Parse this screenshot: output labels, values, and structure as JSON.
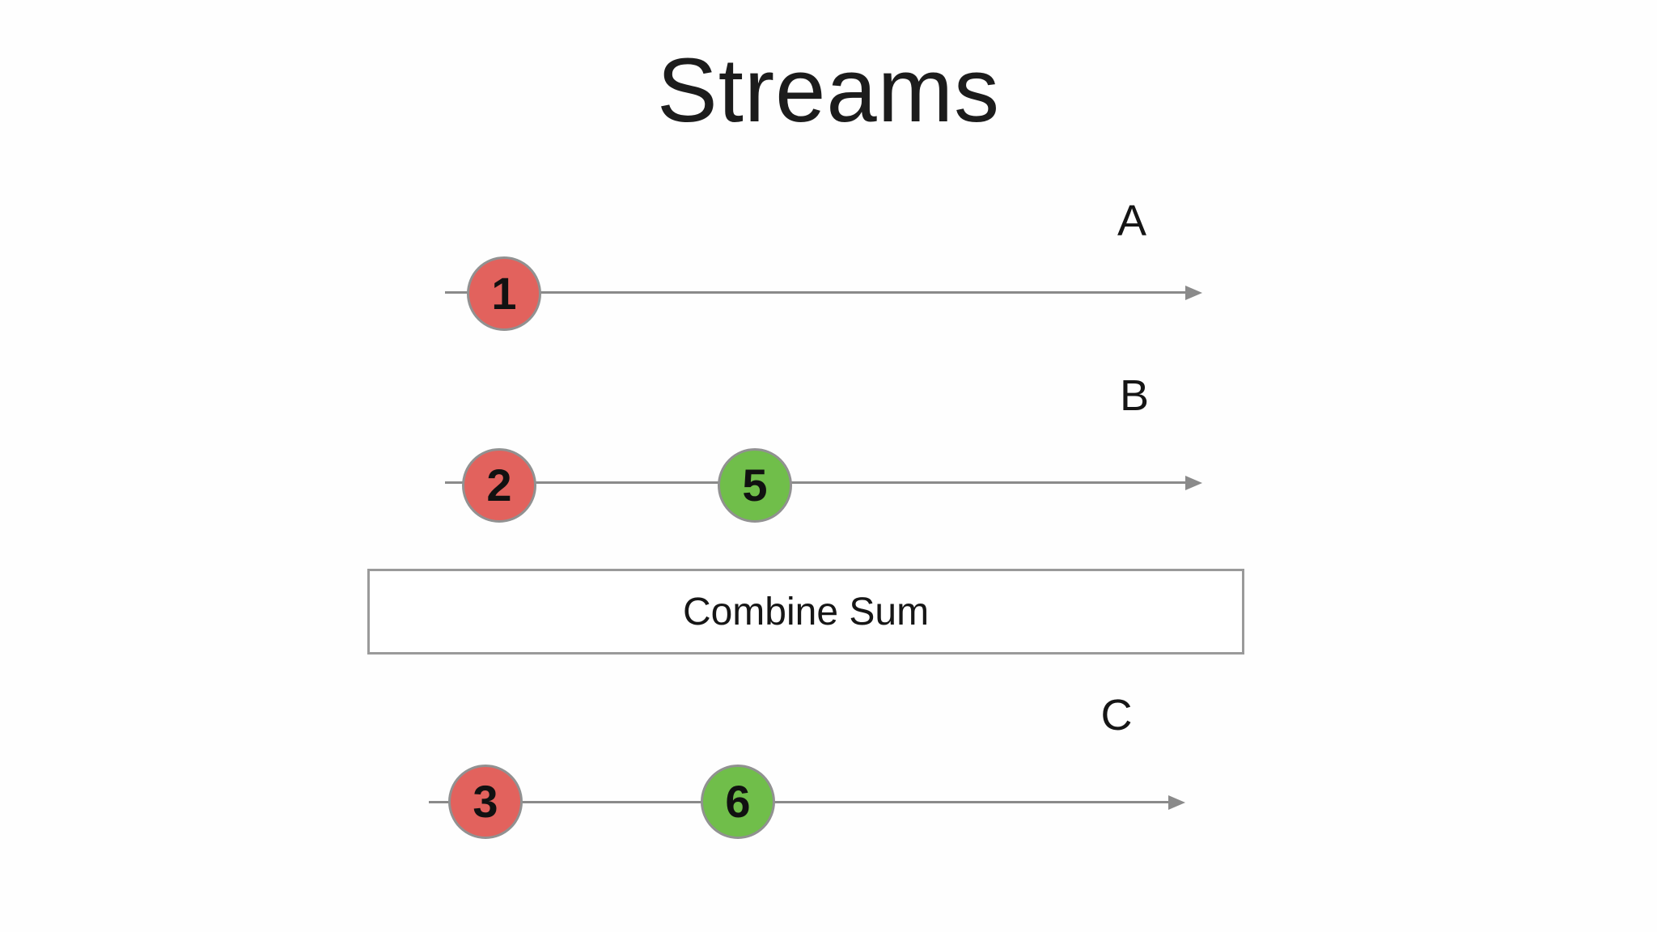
{
  "title": "Streams",
  "colors": {
    "red": "#e2625d",
    "green": "#70be4a",
    "line": "#8a8a8a",
    "circle_border": "#919191",
    "box_border": "#9a9a9a"
  },
  "combine_box": {
    "label": "Combine Sum"
  },
  "streams": [
    {
      "label": "A",
      "events": [
        {
          "value": "1",
          "color": "red"
        }
      ]
    },
    {
      "label": "B",
      "events": [
        {
          "value": "2",
          "color": "red"
        },
        {
          "value": "5",
          "color": "green"
        }
      ]
    },
    {
      "label": "C",
      "events": [
        {
          "value": "3",
          "color": "red"
        },
        {
          "value": "6",
          "color": "green"
        }
      ]
    }
  ]
}
